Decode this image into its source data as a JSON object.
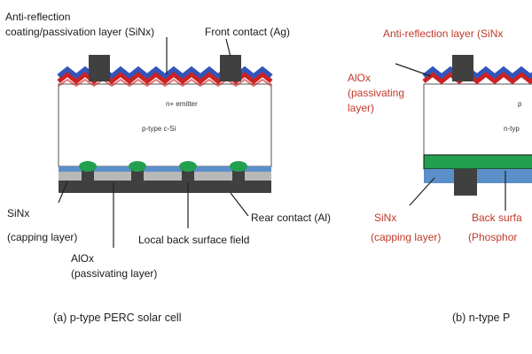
{
  "diagram": {
    "panel_a": {
      "label_arc_line1": "Anti-reflection",
      "label_arc_line2": "coating/passivation layer (SiNx)",
      "label_front_contact": "Front contact (Ag)",
      "label_emitter": "n+ emitter",
      "label_base": "p-type c-Si",
      "label_sinx_line1": "SiNx",
      "label_sinx_line2": "(capping layer)",
      "label_alox_line1": "AlOx",
      "label_alox_line2": "(passivating layer)",
      "label_rear_contact": "Rear contact (Al)",
      "label_lbsf": "Local back surface field",
      "caption": "(a) p-type PERC solar cell"
    },
    "panel_b": {
      "label_arl": "Anti-reflection layer (SiNx",
      "label_alox_line1": "AlOx",
      "label_alox_line2": "(passivating",
      "label_alox_line3": "layer)",
      "label_emitter_partial": "p",
      "label_base_partial": "n-typ",
      "label_sinx_line1": "SiNx",
      "label_sinx_line2": "(capping layer)",
      "label_bsf_line1": "Back surfa",
      "label_bsf_line2": "(Phosphor",
      "caption": "(b) n-type P"
    },
    "colors": {
      "red_layer": "#cc2222",
      "blue_layer": "#3355bb",
      "contact": "#404040",
      "sinx_rear": "#5b8fc9",
      "green_bsf": "#22a050",
      "red_label": "#c0392b"
    }
  }
}
